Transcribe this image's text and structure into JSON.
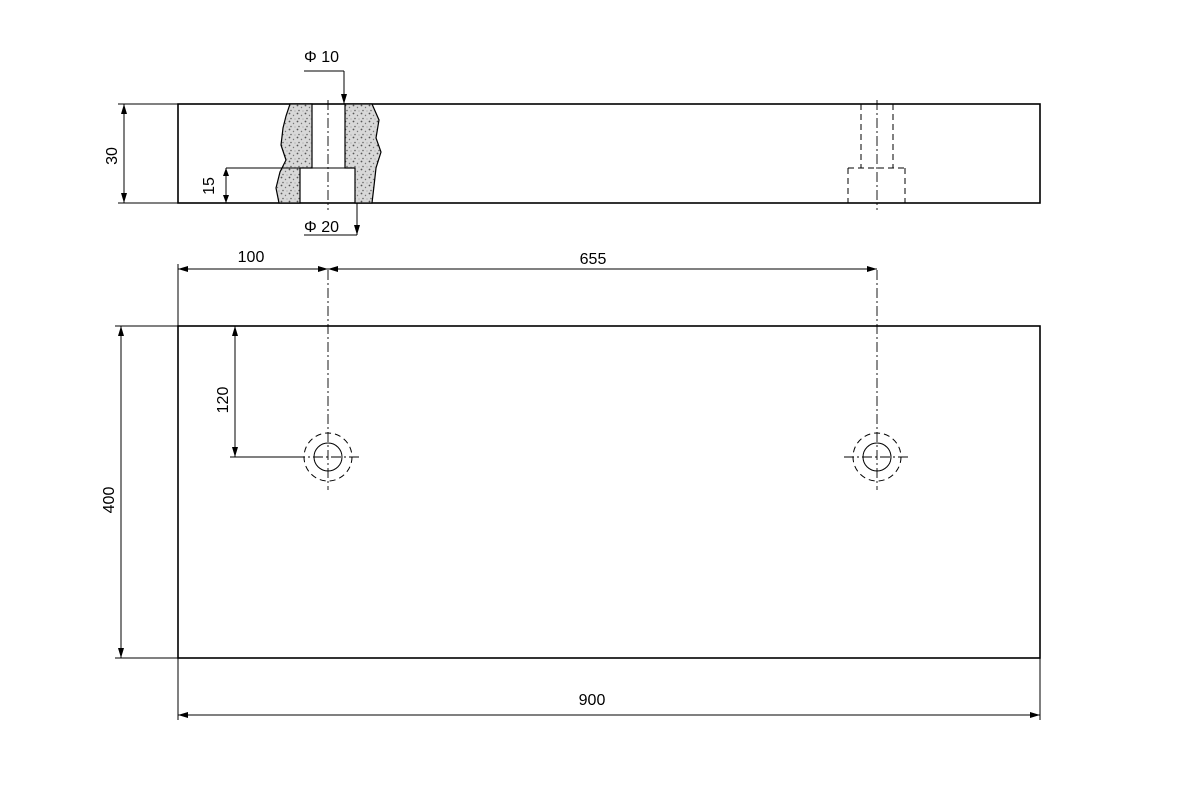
{
  "drawing": {
    "dimensions": {
      "hole_small_diameter": "Φ 10",
      "hole_large_diameter": "Φ 20",
      "thickness": "30",
      "counterbore_depth": "15",
      "edge_to_hole": "100",
      "hole_spacing": "655",
      "hole_from_top": "120",
      "width": "400",
      "length": "900"
    }
  }
}
